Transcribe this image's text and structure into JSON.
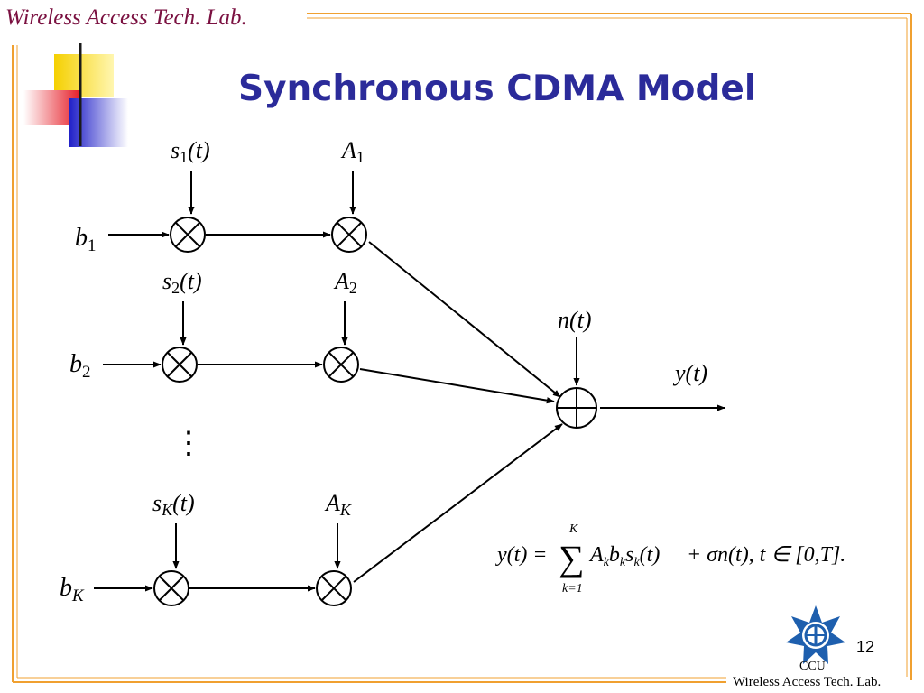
{
  "header": {
    "lab_name": "Wireless Access Tech. Lab."
  },
  "slide": {
    "title": "Synchronous CDMA Model",
    "page_number": "12"
  },
  "footer": {
    "org": "CCU",
    "lab_name": "Wireless Access Tech. Lab."
  },
  "colors": {
    "accent_yellow": "#f5d000",
    "accent_red": "#e6202a",
    "accent_blue": "#2020c8",
    "frame_orange": "#f0a030",
    "title_blue": "#2b2b9a",
    "header_maroon": "#7a1040",
    "logo_blue": "#1e5fae"
  },
  "icons": {
    "logo": "ccu-emblem-icon",
    "multiplier": "multiplier-icon",
    "adder": "adder-icon"
  },
  "diagram": {
    "rows": [
      {
        "input": {
          "var": "b",
          "sub": "1"
        },
        "signature": {
          "var": "s",
          "sub": "1",
          "arg": "(t)"
        },
        "amplitude": {
          "var": "A",
          "sub": "1"
        }
      },
      {
        "input": {
          "var": "b",
          "sub": "2"
        },
        "signature": {
          "var": "s",
          "sub": "2",
          "arg": "(t)"
        },
        "amplitude": {
          "var": "A",
          "sub": "2"
        }
      },
      {
        "input": {
          "var": "b",
          "sub": "K"
        },
        "signature": {
          "var": "s",
          "sub": "K",
          "arg": "(t)"
        },
        "amplitude": {
          "var": "A",
          "sub": "K"
        }
      }
    ],
    "ellipsis": "⋮",
    "noise": {
      "label": "n(t)"
    },
    "output": {
      "label": "y(t)"
    }
  },
  "equation": {
    "lhs": "y(t) =",
    "sum_symbol": "∑",
    "sum_upper": "K",
    "sum_lower": "k=1",
    "term": {
      "A": "A",
      "A_sub": "k",
      "b": "b",
      "b_sub": "k",
      "s": "s",
      "s_sub": "k",
      "arg": "(t)"
    },
    "rest": "+ σn(t),  t ∈ [0,T]."
  }
}
